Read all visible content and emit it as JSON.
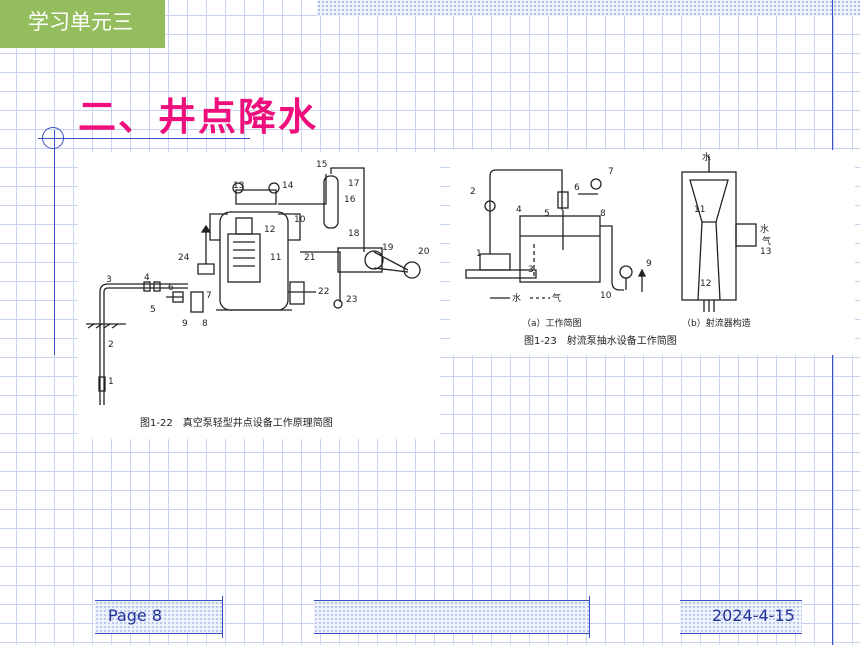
{
  "header": {
    "unit_label": "学习单元三"
  },
  "slide": {
    "title": "二、井点降水"
  },
  "figure_left": {
    "caption": "图1-22　真空泵轻型井点设备工作原理简图",
    "labels": [
      "1",
      "2",
      "3",
      "4",
      "5",
      "6",
      "7",
      "8",
      "9",
      "10",
      "11",
      "12",
      "13",
      "14",
      "15",
      "16",
      "17",
      "18",
      "19",
      "20",
      "21",
      "22",
      "23",
      "24"
    ]
  },
  "figure_right": {
    "caption": "图1-23　射流泵抽水设备工作简图",
    "sub_a": "（a）工作简图",
    "sub_b": "（b）射流器构造",
    "flow_water": "水",
    "flow_air": "气",
    "labels_a": [
      "1",
      "2",
      "3",
      "4",
      "5",
      "6",
      "7",
      "8",
      "9",
      "10"
    ],
    "labels_b": [
      "11",
      "12",
      "13"
    ]
  },
  "footer": {
    "page": "Page 8",
    "date": "2024-4-15"
  }
}
